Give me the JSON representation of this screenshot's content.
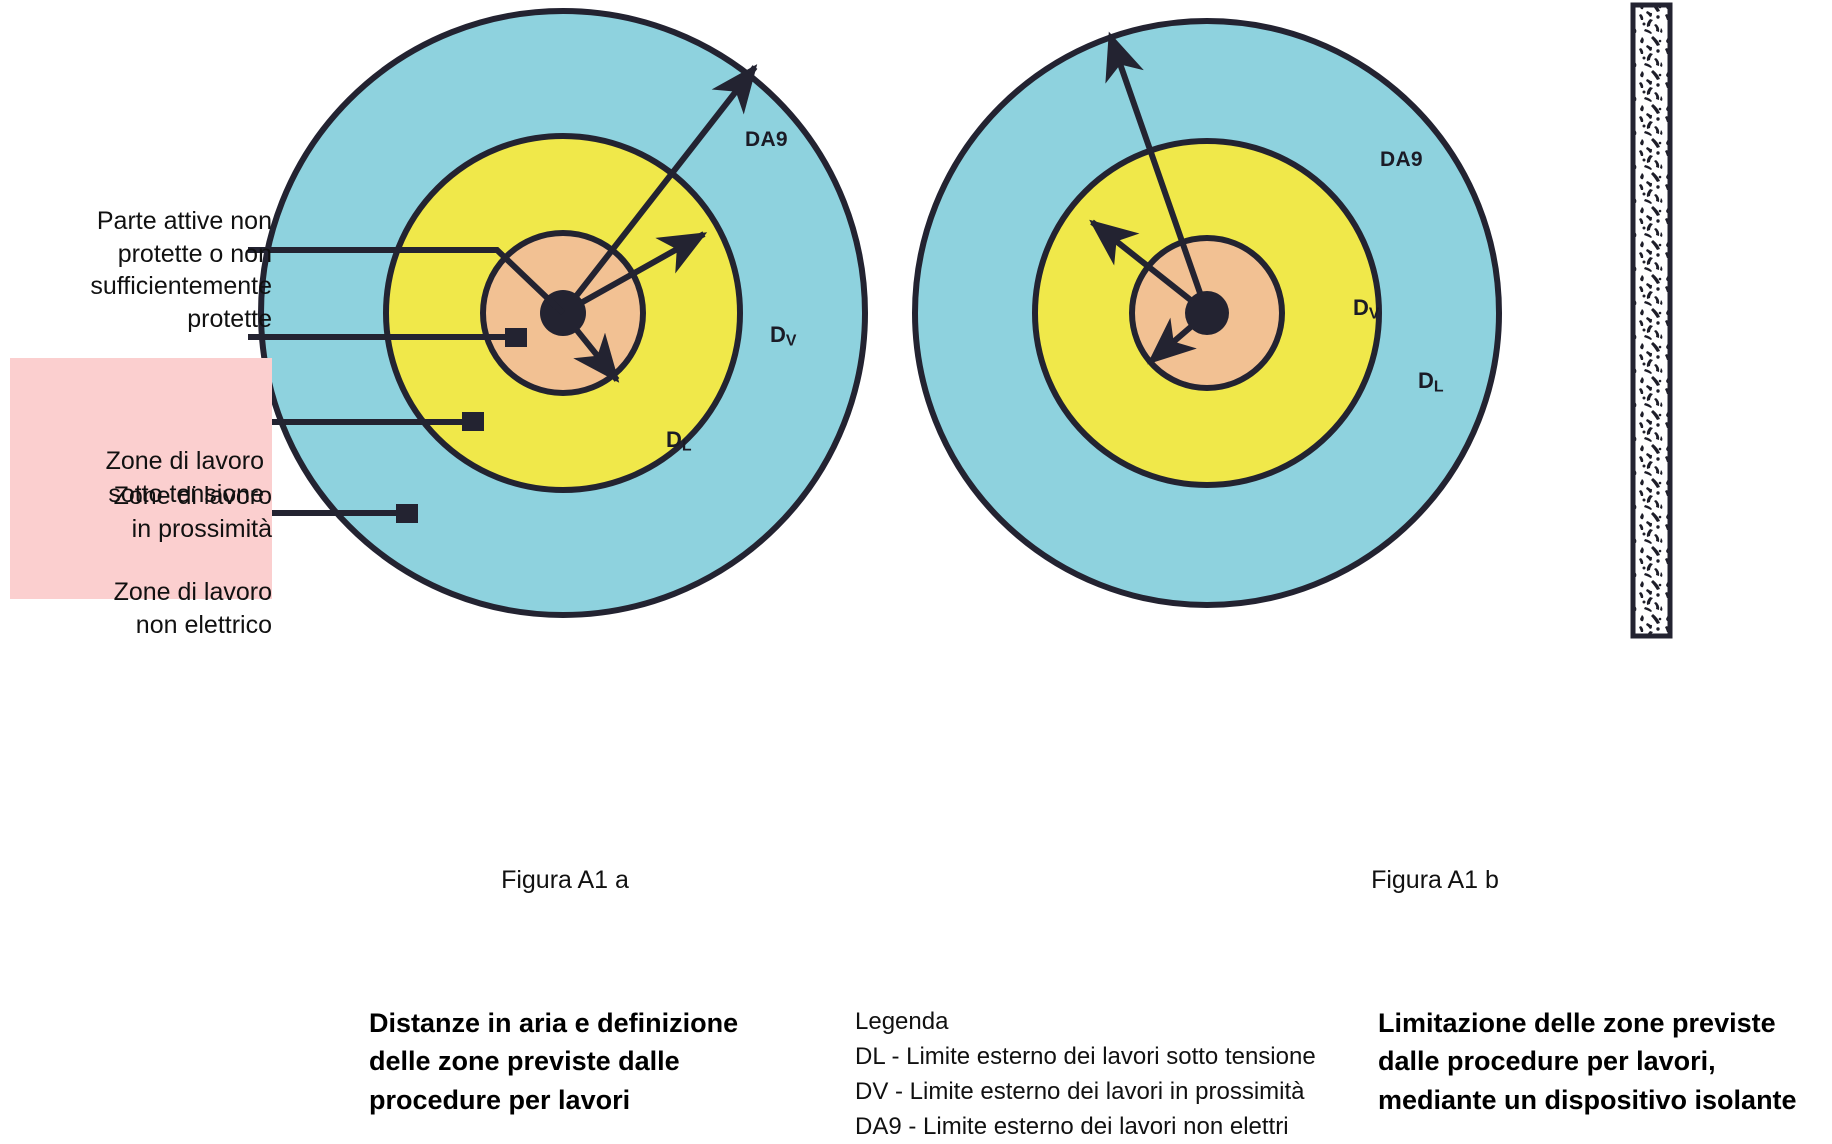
{
  "figure": {
    "title_left": "Figura A1 a",
    "title_right": "Figura A1 b"
  },
  "callouts": [
    {
      "id": "parte-attive",
      "text": "Parte attive non\nprotette o non\nsufficientemente\nprotette",
      "highlighted": false
    },
    {
      "id": "zone-sotto-tensione",
      "text": "Zone di lavoro\nsotto tensione",
      "highlighted": true,
      "highlight_color": "#fbcfcf"
    },
    {
      "id": "zone-prossimita",
      "text": "Zone di lavoro\nin prossimità",
      "highlighted": false
    },
    {
      "id": "zone-non-elettrico",
      "text": "Zone di lavoro\nnon elettrico",
      "highlighted": false
    }
  ],
  "diagram_left": {
    "name": "Figura A1 a",
    "zones": [
      {
        "id": "non-electrical",
        "label": "DA9",
        "color": "#8ed2de"
      },
      {
        "id": "vicinity",
        "label": "DV",
        "color": "#f0e84a"
      },
      {
        "id": "live-working",
        "label": "DL",
        "color": "#f2c193"
      }
    ],
    "dimension_labels": [
      {
        "id": "da9",
        "base": "DA9",
        "sub": ""
      },
      {
        "id": "dv",
        "base": "D",
        "sub": "V"
      },
      {
        "id": "dl",
        "base": "D",
        "sub": "L"
      }
    ]
  },
  "diagram_right": {
    "name": "Figura A1 b",
    "zones": [
      {
        "id": "non-electrical",
        "label": "DA9",
        "color": "#8ed2de"
      },
      {
        "id": "vicinity",
        "label": "DV",
        "color": "#f0e84a"
      },
      {
        "id": "live-working",
        "label": "DL",
        "color": "#f2c193"
      }
    ],
    "dimension_labels": [
      {
        "id": "da9",
        "base": "DA9",
        "sub": ""
      },
      {
        "id": "dv",
        "base": "D",
        "sub": "V"
      },
      {
        "id": "dl",
        "base": "D",
        "sub": "L"
      }
    ],
    "barrier": {
      "id": "insulating-barrier",
      "description": "dispositivo isolante"
    }
  },
  "captions": {
    "left": "Distanze in aria e definizione\ndelle zone previste dalle\nprocedure per lavori",
    "right": "Limitazione delle zone previste\ndalle procedure per lavori,\nmediante un dispositivo isolante"
  },
  "legend": {
    "title": "Legenda",
    "entries": [
      "DL - Limite esterno dei lavori sotto tensione",
      "DV - Limite esterno dei lavori in prossimità",
      "DA9 - Limite esterno dei lavori non elettri"
    ]
  },
  "colors": {
    "zone_non_electrical": "#8ed2de",
    "zone_vicinity": "#f0e84a",
    "zone_live": "#f2c193",
    "stroke": "#232331",
    "highlight": "#fbcfcf",
    "background": "#ffffff"
  }
}
